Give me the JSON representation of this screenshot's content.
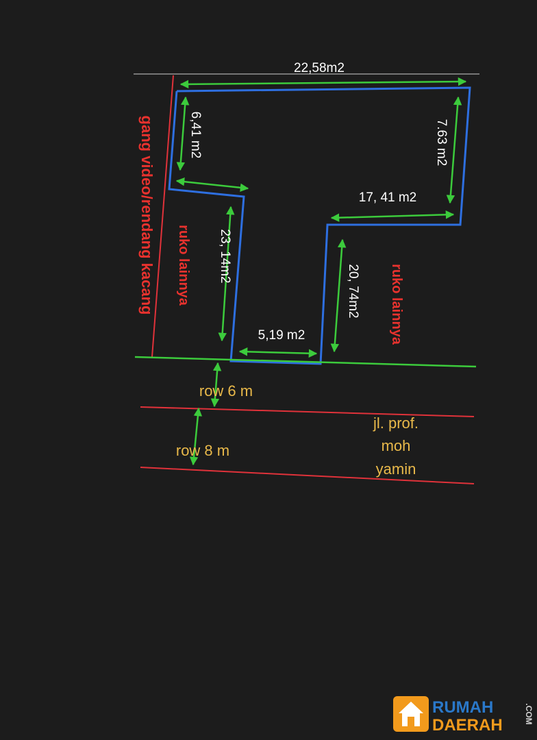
{
  "colors": {
    "background": "#1c1c1c",
    "boundary": "#2e6fe0",
    "dimension": "#3ccb3c",
    "road": "#e0323a",
    "street_label": "#e9b94a",
    "side_label": "#e8322e",
    "text": "#ffffff",
    "logo_blue": "#2a78c9",
    "logo_orange": "#f29a1c"
  },
  "dimensions": {
    "top": "22,58m2",
    "left_upper": "6,41 m2",
    "right_upper": "7.63 m2",
    "middle_shelf": "17, 41 m2",
    "left_lower": "23, 14m2",
    "right_lower": "20, 74m2",
    "bottom_gap": "5,19 m2"
  },
  "labels": {
    "gang": "gang video/rendang kacang",
    "ruko_left": "ruko lainnya",
    "ruko_right": "ruko lainnya",
    "row_6": "row 6 m",
    "row_8": "row 8 m",
    "street_line1": "jl. prof.",
    "street_line2": "moh",
    "street_line3": "yamin"
  },
  "watermark": {
    "line1": "RUMAH",
    "line2": "DAERAH",
    "suffix": ".COM",
    "icon": "house-icon"
  }
}
